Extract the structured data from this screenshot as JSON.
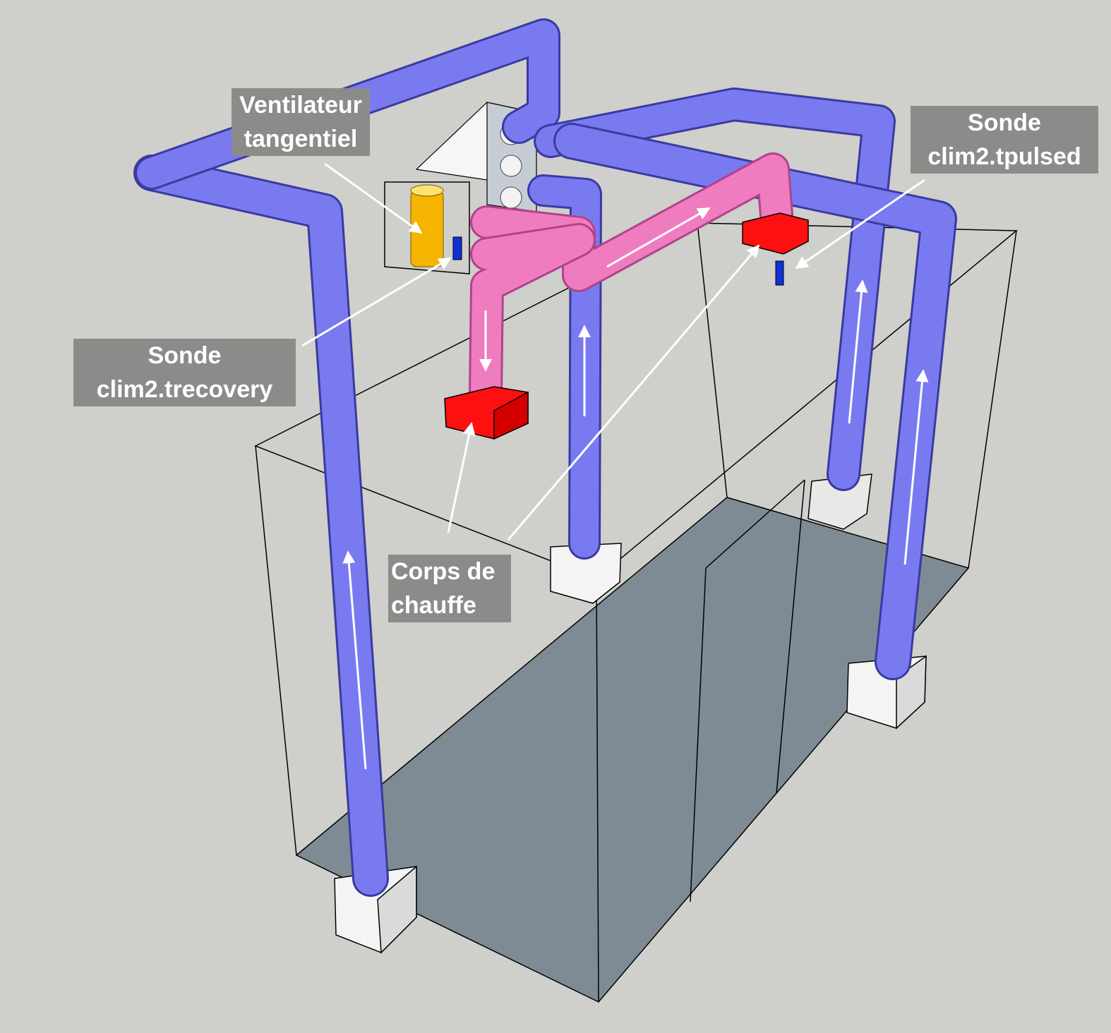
{
  "labels": {
    "ventilateur": {
      "line1": "Ventilateur",
      "line2": "tangentiel"
    },
    "sonde_tpulsed": {
      "line1": "Sonde",
      "line2": "clim2.tpulsed"
    },
    "sonde_trecovery": {
      "line1": "Sonde",
      "line2": "clim2.trecovery"
    },
    "corps_de_chauffe": {
      "line1": "Corps de",
      "line2": "chauffe"
    }
  },
  "colors": {
    "background": "#cfcfcb",
    "return_duct": "#7a7af0",
    "supply_duct": "#f07cc0",
    "heater": "#ff1010",
    "fan_cylinder": "#f5b400",
    "probe": "#1030d8",
    "floor": "#7f8b94",
    "label_bg": "#8b8b89",
    "label_text": "#ffffff"
  }
}
